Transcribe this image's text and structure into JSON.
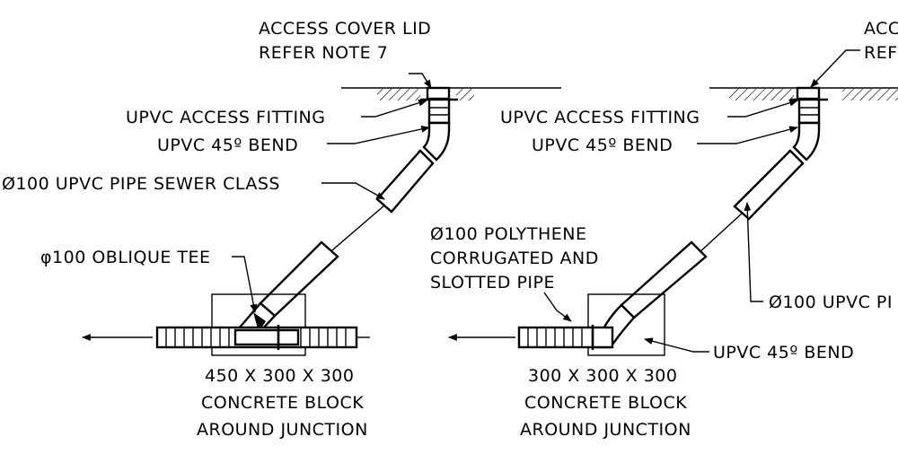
{
  "colors": {
    "ink": "#000000",
    "background": "#ffffff"
  },
  "left_detail": {
    "access_cover_line1": "ACCESS COVER LID",
    "access_cover_line2": "REFER NOTE 7",
    "access_fitting": "UPVC ACCESS FITTING",
    "bend_45": "UPVC 45º BEND",
    "riser_pipe": "Ø100 UPVC PIPE SEWER CLASS",
    "oblique_tee": "φ100 OBLIQUE TEE",
    "block_line1": "450 X 300 X 300",
    "block_line2": "CONCRETE BLOCK",
    "block_line3": "AROUND JUNCTION"
  },
  "right_detail": {
    "access_cover_line1": "ACC",
    "access_cover_line2": "REF",
    "access_fitting": "UPVC ACCESS FITTING",
    "bend_45_top": "UPVC 45º BEND",
    "poly_pipe_line1": "Ø100 POLYTHENE",
    "poly_pipe_line2": "CORRUGATED AND",
    "poly_pipe_line3": "SLOTTED PIPE",
    "riser_pipe": "Ø100 UPVC PI",
    "bend_45_bottom": "UPVC 45º BEND",
    "block_line1": "300 X 300 X 300",
    "block_line2": "CONCRETE BLOCK",
    "block_line3": "AROUND JUNCTION"
  }
}
